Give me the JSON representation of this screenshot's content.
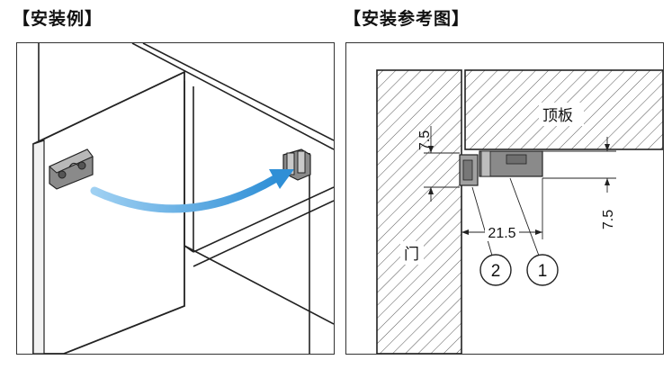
{
  "left_panel": {
    "title": "【安装例】"
  },
  "right_panel": {
    "title": "【安装参考图】",
    "top_panel_label": "顶板",
    "door_label": "门",
    "dim_vertical_left": "7.5",
    "dim_vertical_right": "7.5",
    "dim_horizontal": "21.5",
    "callout_1": "1",
    "callout_2": "2"
  },
  "colors": {
    "arrow": "#2f8fd6",
    "hardware": "#7a7a7a",
    "hatch": "#555555",
    "line": "#222222"
  }
}
